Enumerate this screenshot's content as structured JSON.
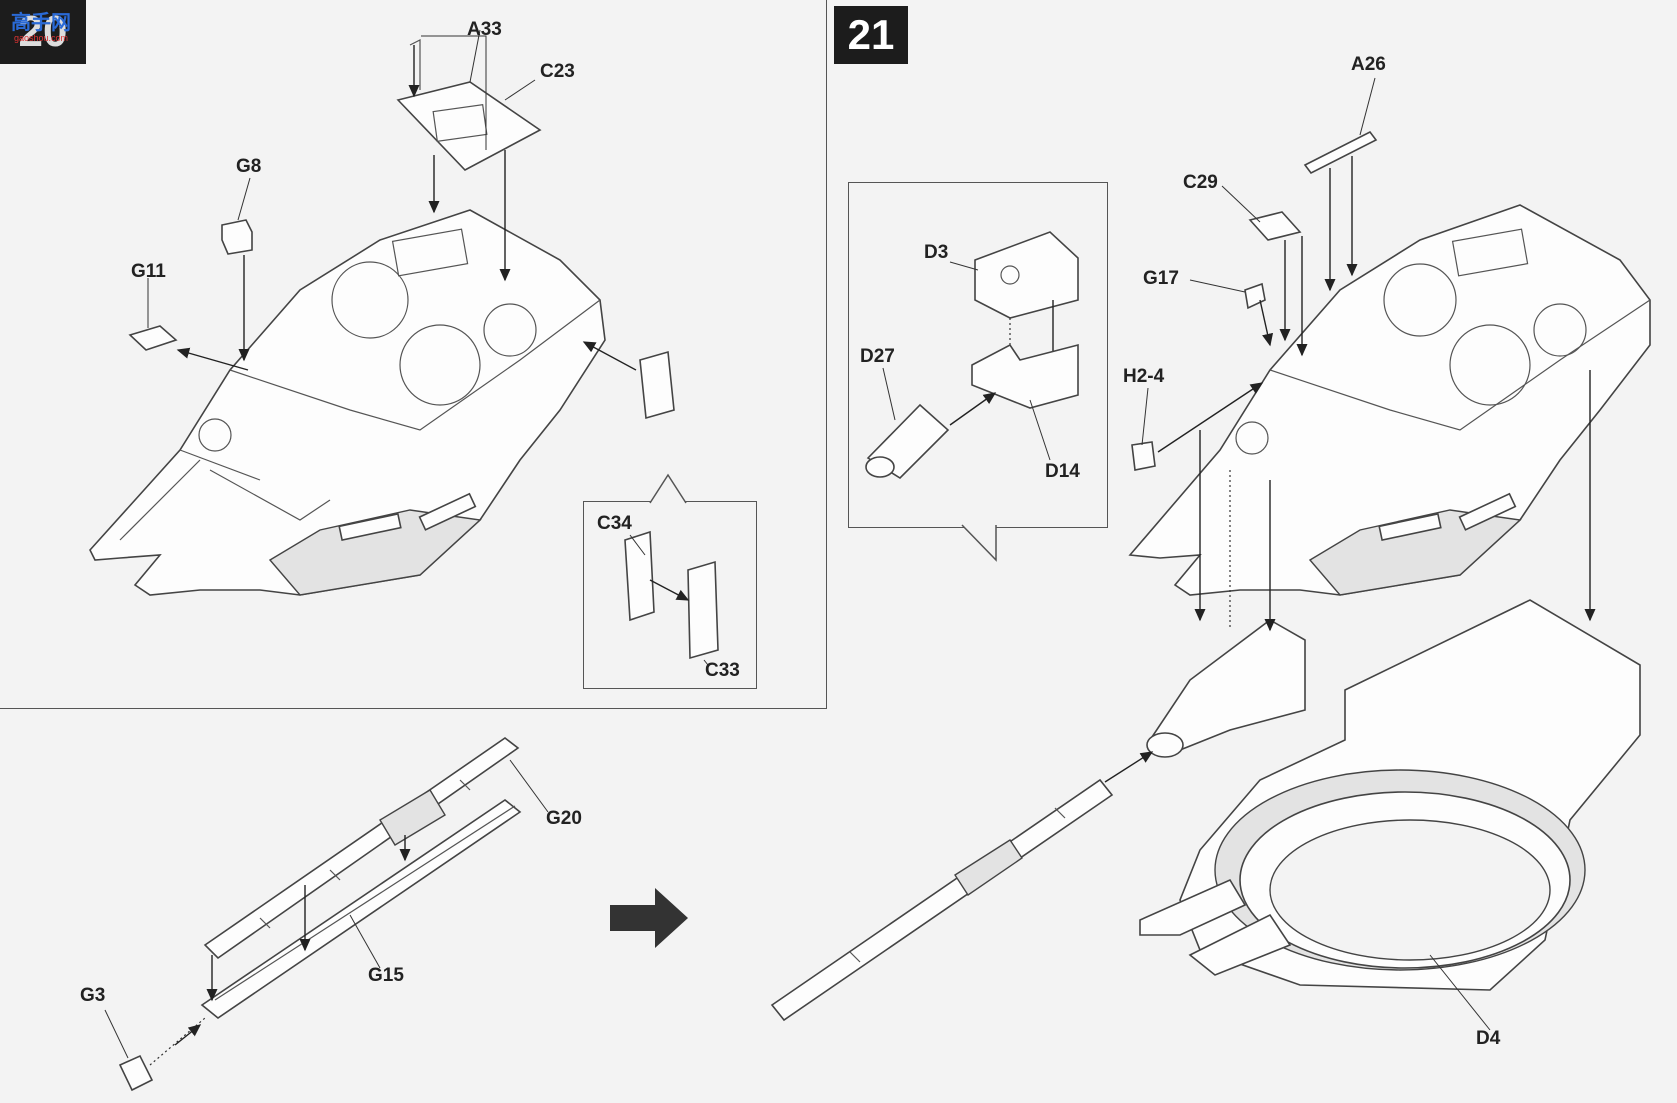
{
  "watermark": {
    "text": "高手网",
    "subtext": "gaoshou.com"
  },
  "steps": {
    "prev": "20",
    "current": "21"
  },
  "labels": {
    "a33": "A33",
    "c23": "C23",
    "g8": "G8",
    "g11": "G11",
    "c34": "C34",
    "c33": "C33",
    "g20": "G20",
    "g15": "G15",
    "g3": "G3",
    "a26": "A26",
    "c29": "C29",
    "g17": "G17",
    "h2_4": "H2-4",
    "d3": "D3",
    "d27": "D27",
    "d14": "D14",
    "d4": "D4"
  },
  "colors": {
    "ink": "#222222",
    "paper": "#f3f3f3",
    "badge": "#1c1c1c",
    "part": "#fdfdfd"
  }
}
